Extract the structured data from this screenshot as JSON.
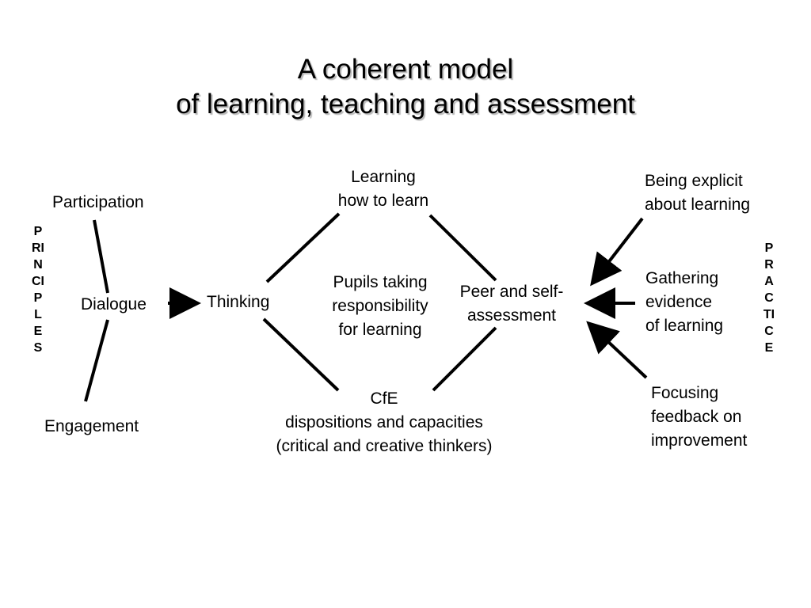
{
  "title": {
    "line1": "A coherent model",
    "line2": "of learning, teaching and assessment"
  },
  "principles": {
    "vertical_label": "PRINCIPLES",
    "participation": "Participation",
    "dialogue": "Dialogue",
    "engagement": "Engagement"
  },
  "thinking": "Thinking",
  "learning_how_to_learn": {
    "line1": "Learning",
    "line2": "how to learn"
  },
  "pupils_responsibility": {
    "line1": "Pupils taking",
    "line2": "responsibility",
    "line3": "for learning"
  },
  "cfe": {
    "line1": "CfE",
    "line2": "dispositions and capacities",
    "line3": "(critical and creative thinkers)"
  },
  "peer_assessment": {
    "line1": "Peer and self-",
    "line2": "assessment"
  },
  "practice": {
    "vertical_label": "PRACTICE",
    "explicit": {
      "line1": "Being explicit",
      "line2": "about learning"
    },
    "gathering": {
      "line1": "Gathering",
      "line2": "evidence",
      "line3": "of learning"
    },
    "feedback": {
      "line1": "Focusing",
      "line2": "feedback on",
      "line3": "improvement"
    }
  }
}
